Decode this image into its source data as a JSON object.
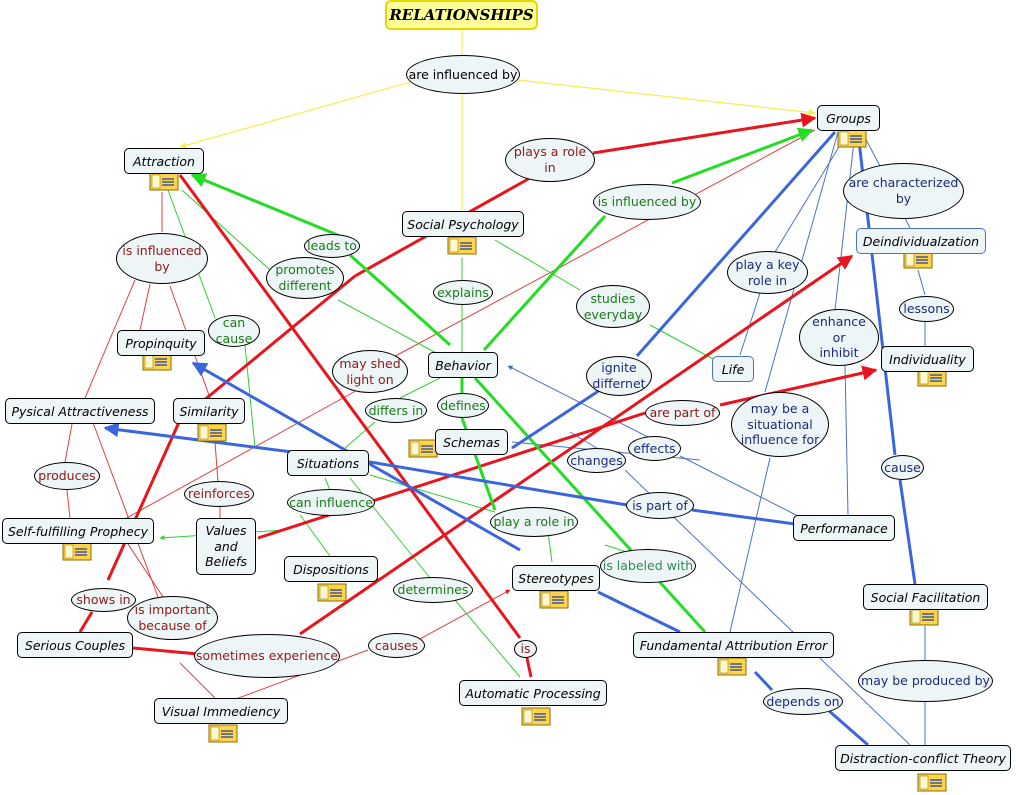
{
  "title": "RELATIONSHIPS",
  "colors": {
    "title_bg": "#ffff99",
    "red": "#e8141e",
    "green": "#22dd22",
    "blue": "#3a66dd",
    "yellow": "#f5f050",
    "dark_red_text": "#8b1a1a",
    "green_text": "#1a7a1a",
    "navy_text": "#1b2a7a"
  },
  "concepts": {
    "attraction": "Attraction",
    "social_psychology": "Social Psychology",
    "groups": "Groups",
    "deindividualization": "Deindividualzation",
    "individuality": "Individuality",
    "propinquity": "Propinquity",
    "behavior": "Behavior",
    "life": "Life",
    "physical_attractiveness": "Pysical Attractiveness",
    "similarity": "Similarity",
    "schemas": "Schemas",
    "situations": "Situations",
    "self_fulfilling_prophecy": "Self-fulfilling Prophecy",
    "values_and_beliefs": "Values\nand\nBeliefs",
    "performance": "Performanace",
    "dispositions": "Dispositions",
    "stereotypes": "Stereotypes",
    "social_facilitation": "Social Facilitation",
    "serious_couples": "Serious Couples",
    "fundamental_attribution_error": "Fundamental Attribution Error",
    "automatic_processing": "Automatic Processing",
    "visual_immediacy": "Visual Immediency",
    "distraction_conflict_theory": "Distraction-conflict Theory"
  },
  "links": {
    "are_influenced_by": "are influenced by",
    "plays_a_role_in": "plays a role\nin",
    "is_influenced_by_groups": "is influenced by",
    "are_characterized_by": "are characterized\nby",
    "is_influenced_by_attraction": "is influenced\nby",
    "leads_to": "leads to",
    "promotes_different": "promotes\ndifferent",
    "explains": "explains",
    "studies_everyday": "studies\neveryday",
    "play_a_key_role_in": "play a key\nrole in",
    "lessons": "lessons",
    "enhance_or_inhibit": "enhance\nor\ninhibit",
    "can_cause": "can\ncause",
    "may_shed_light_on": "may shed\nlight on",
    "ignite_different": "ignite\ndiffernet",
    "differs_in": "differs in",
    "defines": "defines",
    "are_part_of": "are part of",
    "may_be_situational_influence_for": "may be a\nsituational\ninfluence for",
    "produces": "produces",
    "effects": "effects",
    "changes": "changes",
    "reinforces": "reinforces",
    "cause": "cause",
    "can_influence": "can influence",
    "is_part_of": "is part of",
    "play_a_role_in": "play a role in",
    "is_labeled_with": "is labeled with",
    "shows_in": "shows in",
    "is_important_because_of": "is important\nbecause of",
    "determines": "determines",
    "sometimes_experience": "sometimes experience",
    "causes": "causes",
    "is": "is",
    "may_be_produced_by": "may be produced by",
    "depends_on": "depends on"
  }
}
